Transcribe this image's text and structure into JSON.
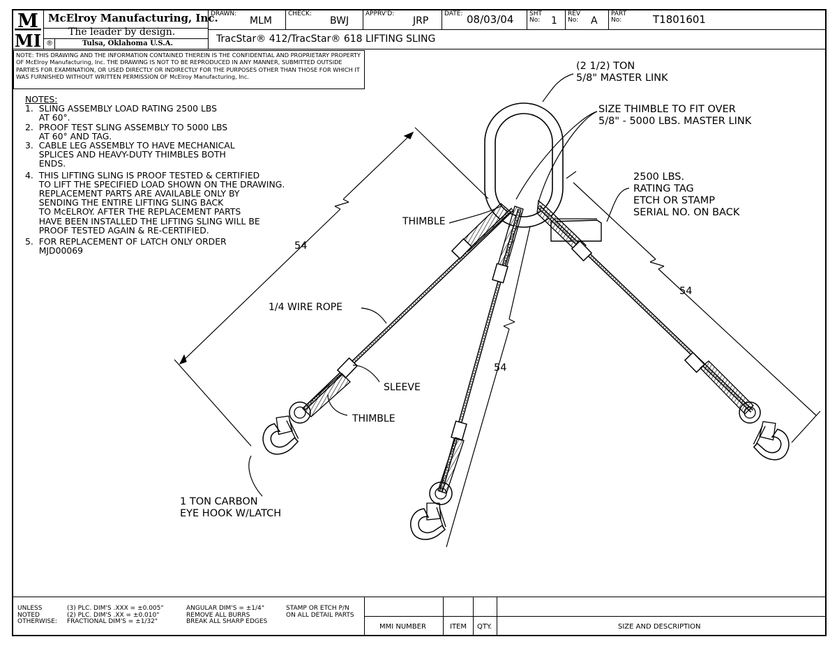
{
  "title_block": {
    "logo_letters": "MMI",
    "company_name": "McElroy Manufacturing, Inc.",
    "slogan": "The leader by design.",
    "registered_mark": "®",
    "location": "Tulsa, Oklahoma U.S.A.",
    "drawn_label": "DRAWN:",
    "drawn_value": "MLM",
    "check_label": "CHECK:",
    "check_value": "BWJ",
    "apprvd_label": "APPRV'D:",
    "apprvd_value": "JRP",
    "date_label": "DATE:",
    "date_value": "08/03/04",
    "sht_label": "SHT\nNo:",
    "sht_value": "1",
    "rev_label": "REV\nNo:",
    "rev_value": "A",
    "part_label": "PART\nNo:",
    "part_value": "T1801601",
    "drawing_title": "TracStar® 412/TracStar® 618 LIFTING SLING"
  },
  "confidential_note": "NOTE: THIS DRAWING AND THE INFORMATION CONTAINED THEREIN IS THE CONFIDENTIAL AND PROPRIETARY PROPERTY OF McElroy Manufacturing, Inc. THE DRAWING IS NOT TO BE REPRODUCED IN ANY MANNER, SUBMITTED OUTSIDE PARTIES FOR EXAMINATION, OR USED DIRECTLY OR INDIRECTLY FOR THE PURPOSES OTHER THAN THOSE FOR WHICH IT WAS FURNISHED WITHOUT WRITTEN PERMISSION OF McElroy Manufacturing, Inc.",
  "notes": {
    "header": "NOTES:",
    "items": [
      "1.  SLING ASSEMBLY LOAD RATING 2500 LBS\n     AT 60°.",
      "2.  PROOF TEST SLING ASSEMBLY TO 5000 LBS\n     AT 60° AND TAG.",
      "3.  CABLE LEG ASSEMBLY TO HAVE MECHANICAL\n     SPLICES AND HEAVY-DUTY THIMBLES BOTH\n     ENDS.",
      "4.  THIS LIFTING SLING IS PROOF TESTED & CERTIFIED\n     TO LIFT THE SPECIFIED LOAD SHOWN ON THE DRAWING.\n     REPLACEMENT PARTS ARE AVAILABLE ONLY BY\n     SENDING THE ENTIRE LIFTING SLING BACK\n     TO McELROY. AFTER THE REPLACEMENT PARTS\n     HAVE BEEN INSTALLED THE LIFTING SLING WILL BE\n     PROOF TESTED AGAIN & RE-CERTIFIED.",
      "5.  FOR REPLACEMENT OF LATCH ONLY ORDER\n     MJD00069"
    ]
  },
  "callouts": {
    "master_link": "(2 1/2) TON\n5/8\" MASTER LINK",
    "thimble_size": "SIZE THIMBLE TO FIT OVER\n5/8\" - 5000 LBS. MASTER LINK",
    "rating_tag": "2500 LBS.\nRATING TAG\nETCH OR STAMP\nSERIAL NO. ON BACK",
    "thimble_top": "THIMBLE",
    "wire_rope": "1/4 WIRE ROPE",
    "sleeve": "SLEEVE",
    "thimble_bottom": "THIMBLE",
    "eye_hook": "1 TON CARBON\nEYE HOOK W/LATCH",
    "dim_left": "54",
    "dim_center": "54",
    "dim_right": "54"
  },
  "bottom_block": {
    "unless": "UNLESS\nNOTED\nOTHERWISE:",
    "tolerances": "(3) PLC. DIM'S .XXX = ±0.005\"\n(2) PLC. DIM'S .XX = ±0.010\"\nFRACTIONAL DIM'S = ±1/32\"",
    "angular": "ANGULAR DIM'S = ±1/4°\nREMOVE ALL BURRS\nBREAK ALL SHARP EDGES",
    "stamp": "STAMP OR ETCH P/N\nON ALL DETAIL PARTS",
    "col_mmi": "MMI NUMBER",
    "col_item": "ITEM",
    "col_qty": "QTY.",
    "col_desc": "SIZE AND DESCRIPTION"
  }
}
